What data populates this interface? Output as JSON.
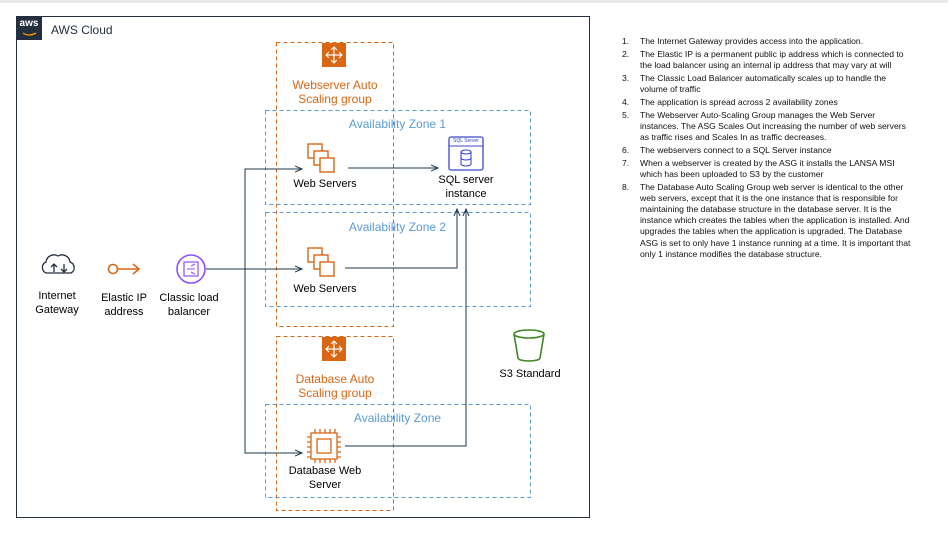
{
  "cloud": {
    "badge": "aws",
    "title": "AWS Cloud"
  },
  "groups": {
    "webserver_asg": "Webserver Auto Scaling group",
    "database_asg": "Database Auto Scaling group"
  },
  "zones": {
    "az1": "Availability Zone 1",
    "az2": "Availability Zone 2",
    "az3": "Availability Zone"
  },
  "nodes": {
    "internet_gateway": "Internet Gateway",
    "elastic_ip": "Elastic IP address",
    "classic_lb": "Classic load balancer",
    "web_servers_1": "Web Servers",
    "web_servers_2": "Web Servers",
    "sql_server": "SQL server instance",
    "sql_badge": "SQL Server",
    "s3": "S3 Standard",
    "db_web_server": "Database Web Server"
  },
  "notes": [
    "The Internet Gateway provides access into the application.",
    "The Elastic IP is a permanent public ip address which is connected to the load balancer using an internal ip address that may vary at will",
    "The Classic Load Balancer automatically scales up to handle the volume of traffic",
    "The application is spread across 2 availability zones",
    "The Webserver Auto-Scaling Group manages the Web Server instances. The ASG Scales Out increasing the number of web servers as traffic rises and Scales In as traffic decreases.",
    "The webservers connect to a SQL Server instance",
    "When a webserver is created by the ASG it installs the LANSA MSI which has been uploaded to S3 by the customer",
    "The Database Auto Scaling Group web server is identical to the other web servers, except that it is the one instance that is responsible for maintaining the database structure in the database server. It is the instance which creates the tables when the application is installed. And upgrades the tables when the application is upgraded. The Database ASG is set to only have 1 instance running at a time. It is important that only 1 instance modifies the database structure."
  ],
  "colors": {
    "orange": "#d86613",
    "blue_dashed": "#5a9bd5",
    "connector": "#1f3a4d",
    "s3_green": "#3f8624",
    "lb_purple": "#8c4fff",
    "aws_dark": "#232f3e"
  }
}
